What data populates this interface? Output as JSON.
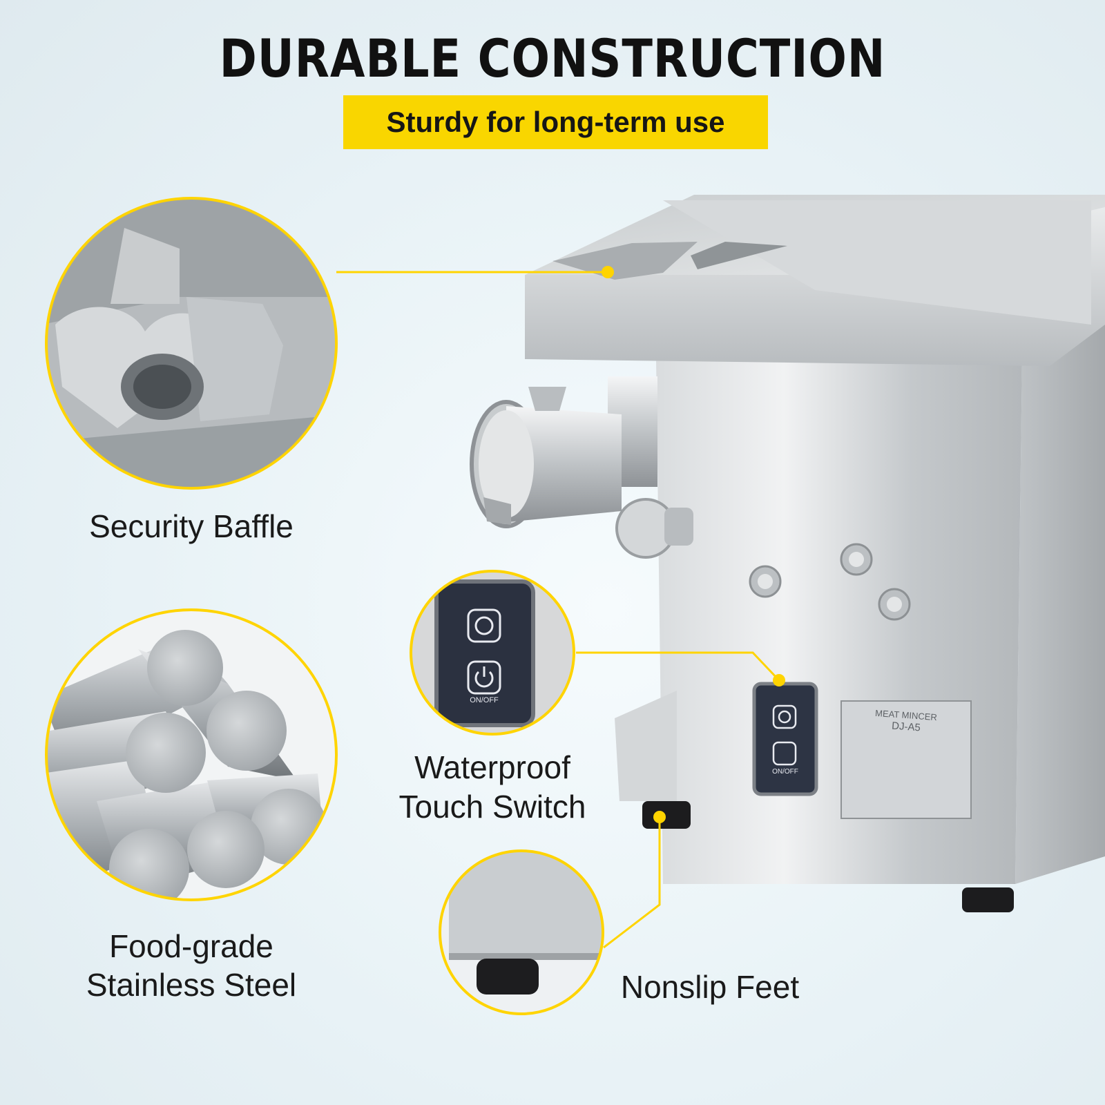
{
  "header": {
    "title": "DURABLE CONSTRUCTION",
    "subtitle": "Sturdy for long-term use"
  },
  "features": [
    {
      "label": "Security Baffle"
    },
    {
      "label_line1": "Food-grade",
      "label_line2": "Stainless Steel"
    },
    {
      "label_line1": "Waterproof",
      "label_line2": "Touch Switch"
    },
    {
      "label": "Nonslip Feet"
    }
  ],
  "product": {
    "switch_label": "ON/OFF",
    "plate": {
      "title": "MEAT MINCER",
      "model": "DJ-A5"
    }
  },
  "colors": {
    "accent": "#ffd400",
    "subtitle_bg": "#f9d600",
    "steel": "#c9cdd0"
  }
}
